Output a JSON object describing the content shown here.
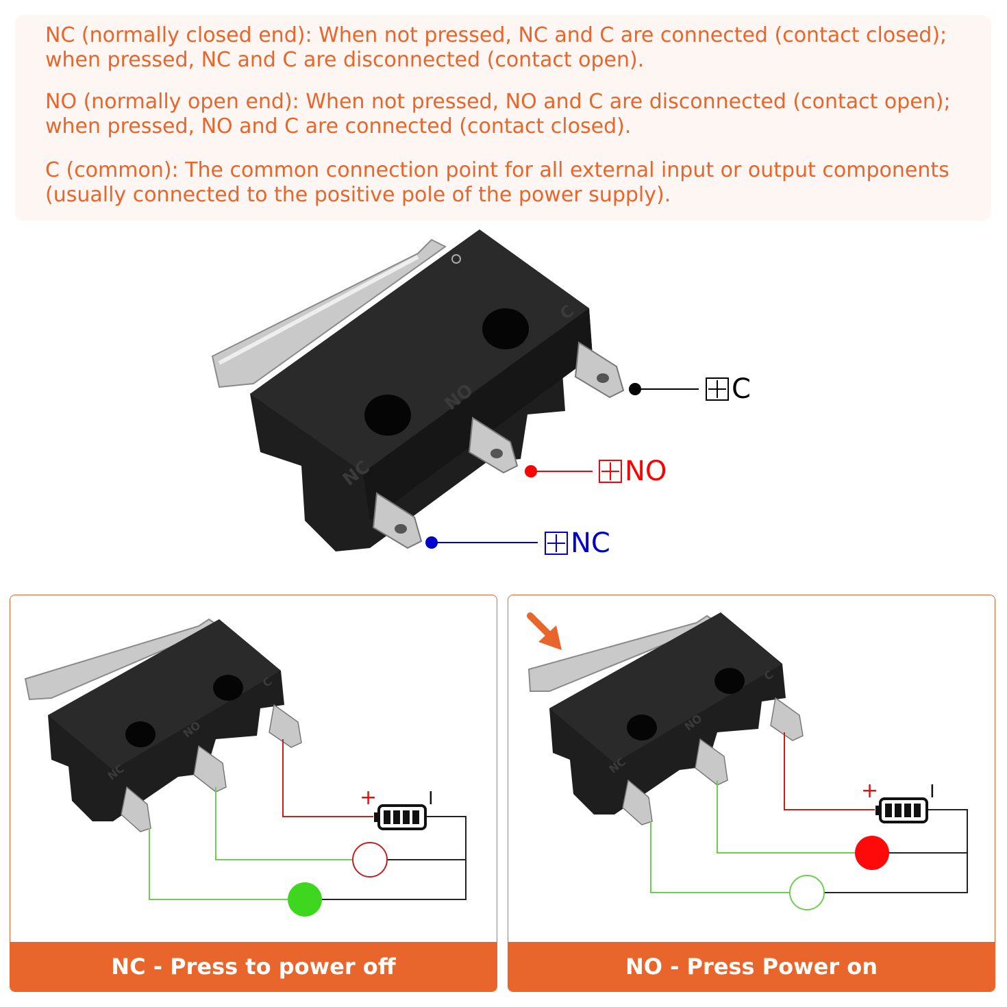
{
  "info": {
    "nc": "NC (normally closed end): When not pressed, NC and C are connected (contact closed); when pressed, NC and C are disconnected (contact open).",
    "no": "NO (normally open end): When not pressed, NO and C are disconnected (contact open); when pressed, NO and C are connected (contact closed).",
    "c": "C (common): The common connection point for all external input or output components (usually connected to the positive pole of the power supply)."
  },
  "switch_markings": {
    "nc": "NC",
    "no": "NO",
    "c": "C"
  },
  "pins": [
    {
      "key": "c",
      "label": "C",
      "color": "#000000"
    },
    {
      "key": "no",
      "label": "NO",
      "color": "#ff0000"
    },
    {
      "key": "nc",
      "label": "NC",
      "color": "#0000cc"
    }
  ],
  "battery": {
    "plus": "+",
    "minus": "I"
  },
  "panels": [
    {
      "title": "NC - Press to power off",
      "pressed": false,
      "no_lamp_lit": false,
      "nc_lamp_lit": true
    },
    {
      "title": "NO - Press Power on",
      "pressed": true,
      "no_lamp_lit": true,
      "nc_lamp_lit": false
    }
  ],
  "colors": {
    "accent": "#e8652b",
    "wire_common": "#c42020",
    "wire_switch": "#6ccf4e",
    "lamp_green": "#3fd61f",
    "lamp_red": "#ff0a0a"
  }
}
